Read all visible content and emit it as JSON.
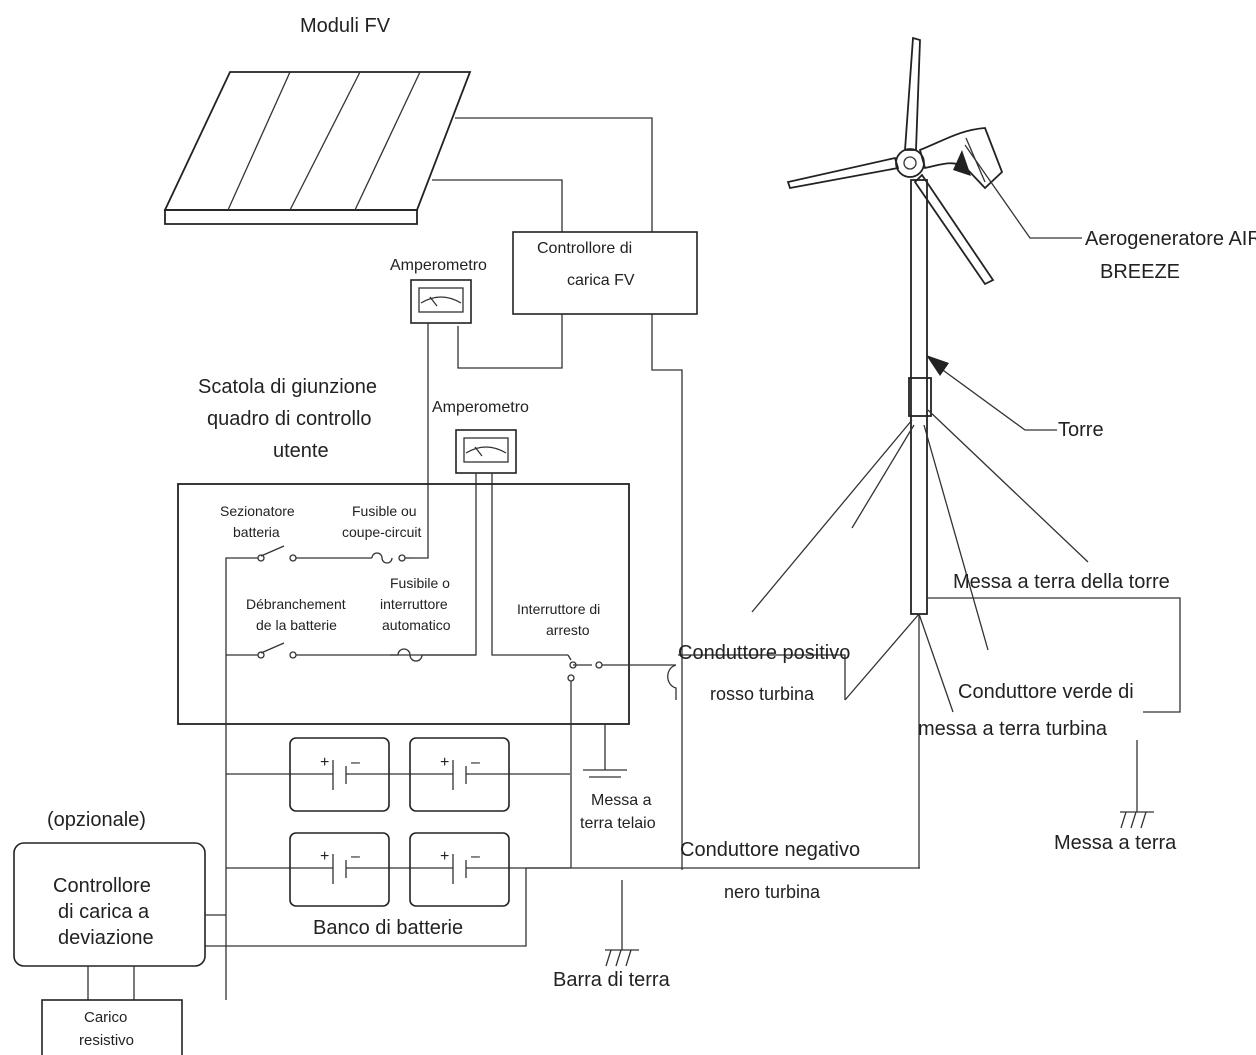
{
  "labels": {
    "pv_modules": "Moduli FV",
    "pv_controller_1": "Controllore di",
    "pv_controller_2": "carica FV",
    "ammeter_1": "Amperometro",
    "ammeter_2": "Amperometro",
    "junction_box_1": "Scatola di giunzione",
    "junction_box_2": "quadro di controllo",
    "junction_box_3": "utente",
    "battery_switch_1": "Sezionatore",
    "battery_switch_2": "batteria",
    "fuse_1_line1": "Fusible ou",
    "fuse_1_line2": "coupe-circuit",
    "fuse_2_line1": "Fusibile o",
    "fuse_2_line2": "interruttore",
    "fuse_2_line3": "automatico",
    "disconnect_1": "Débranchement",
    "disconnect_2": "de la batterie",
    "stop_switch_1": "Interruttore di",
    "stop_switch_2": "arresto",
    "optional": "(opzionale)",
    "diversion_1": "Controllore",
    "diversion_2": "di carica a",
    "diversion_3": "deviazione",
    "resistive_1": "Carico",
    "resistive_2": "resistivo",
    "battery_bank": "Banco di batterie",
    "frame_ground_1": "Messa a",
    "frame_ground_2": "terra telaio",
    "ground_bar": "Barra di terra",
    "positive_1": "Conduttore positivo",
    "positive_2": "rosso turbina",
    "negative_1": "Conduttore negativo",
    "negative_2": "nero turbina",
    "turbine_1": "Aerogeneratore AIR",
    "turbine_2": "BREEZE",
    "tower": "Torre",
    "tower_ground": "Messa a terra della torre",
    "green_1": "Conduttore verde di",
    "green_2": "messa a terra turbina",
    "earth": "Messa a terra"
  },
  "battery_cell": {
    "plus": "+",
    "minus": "–"
  }
}
